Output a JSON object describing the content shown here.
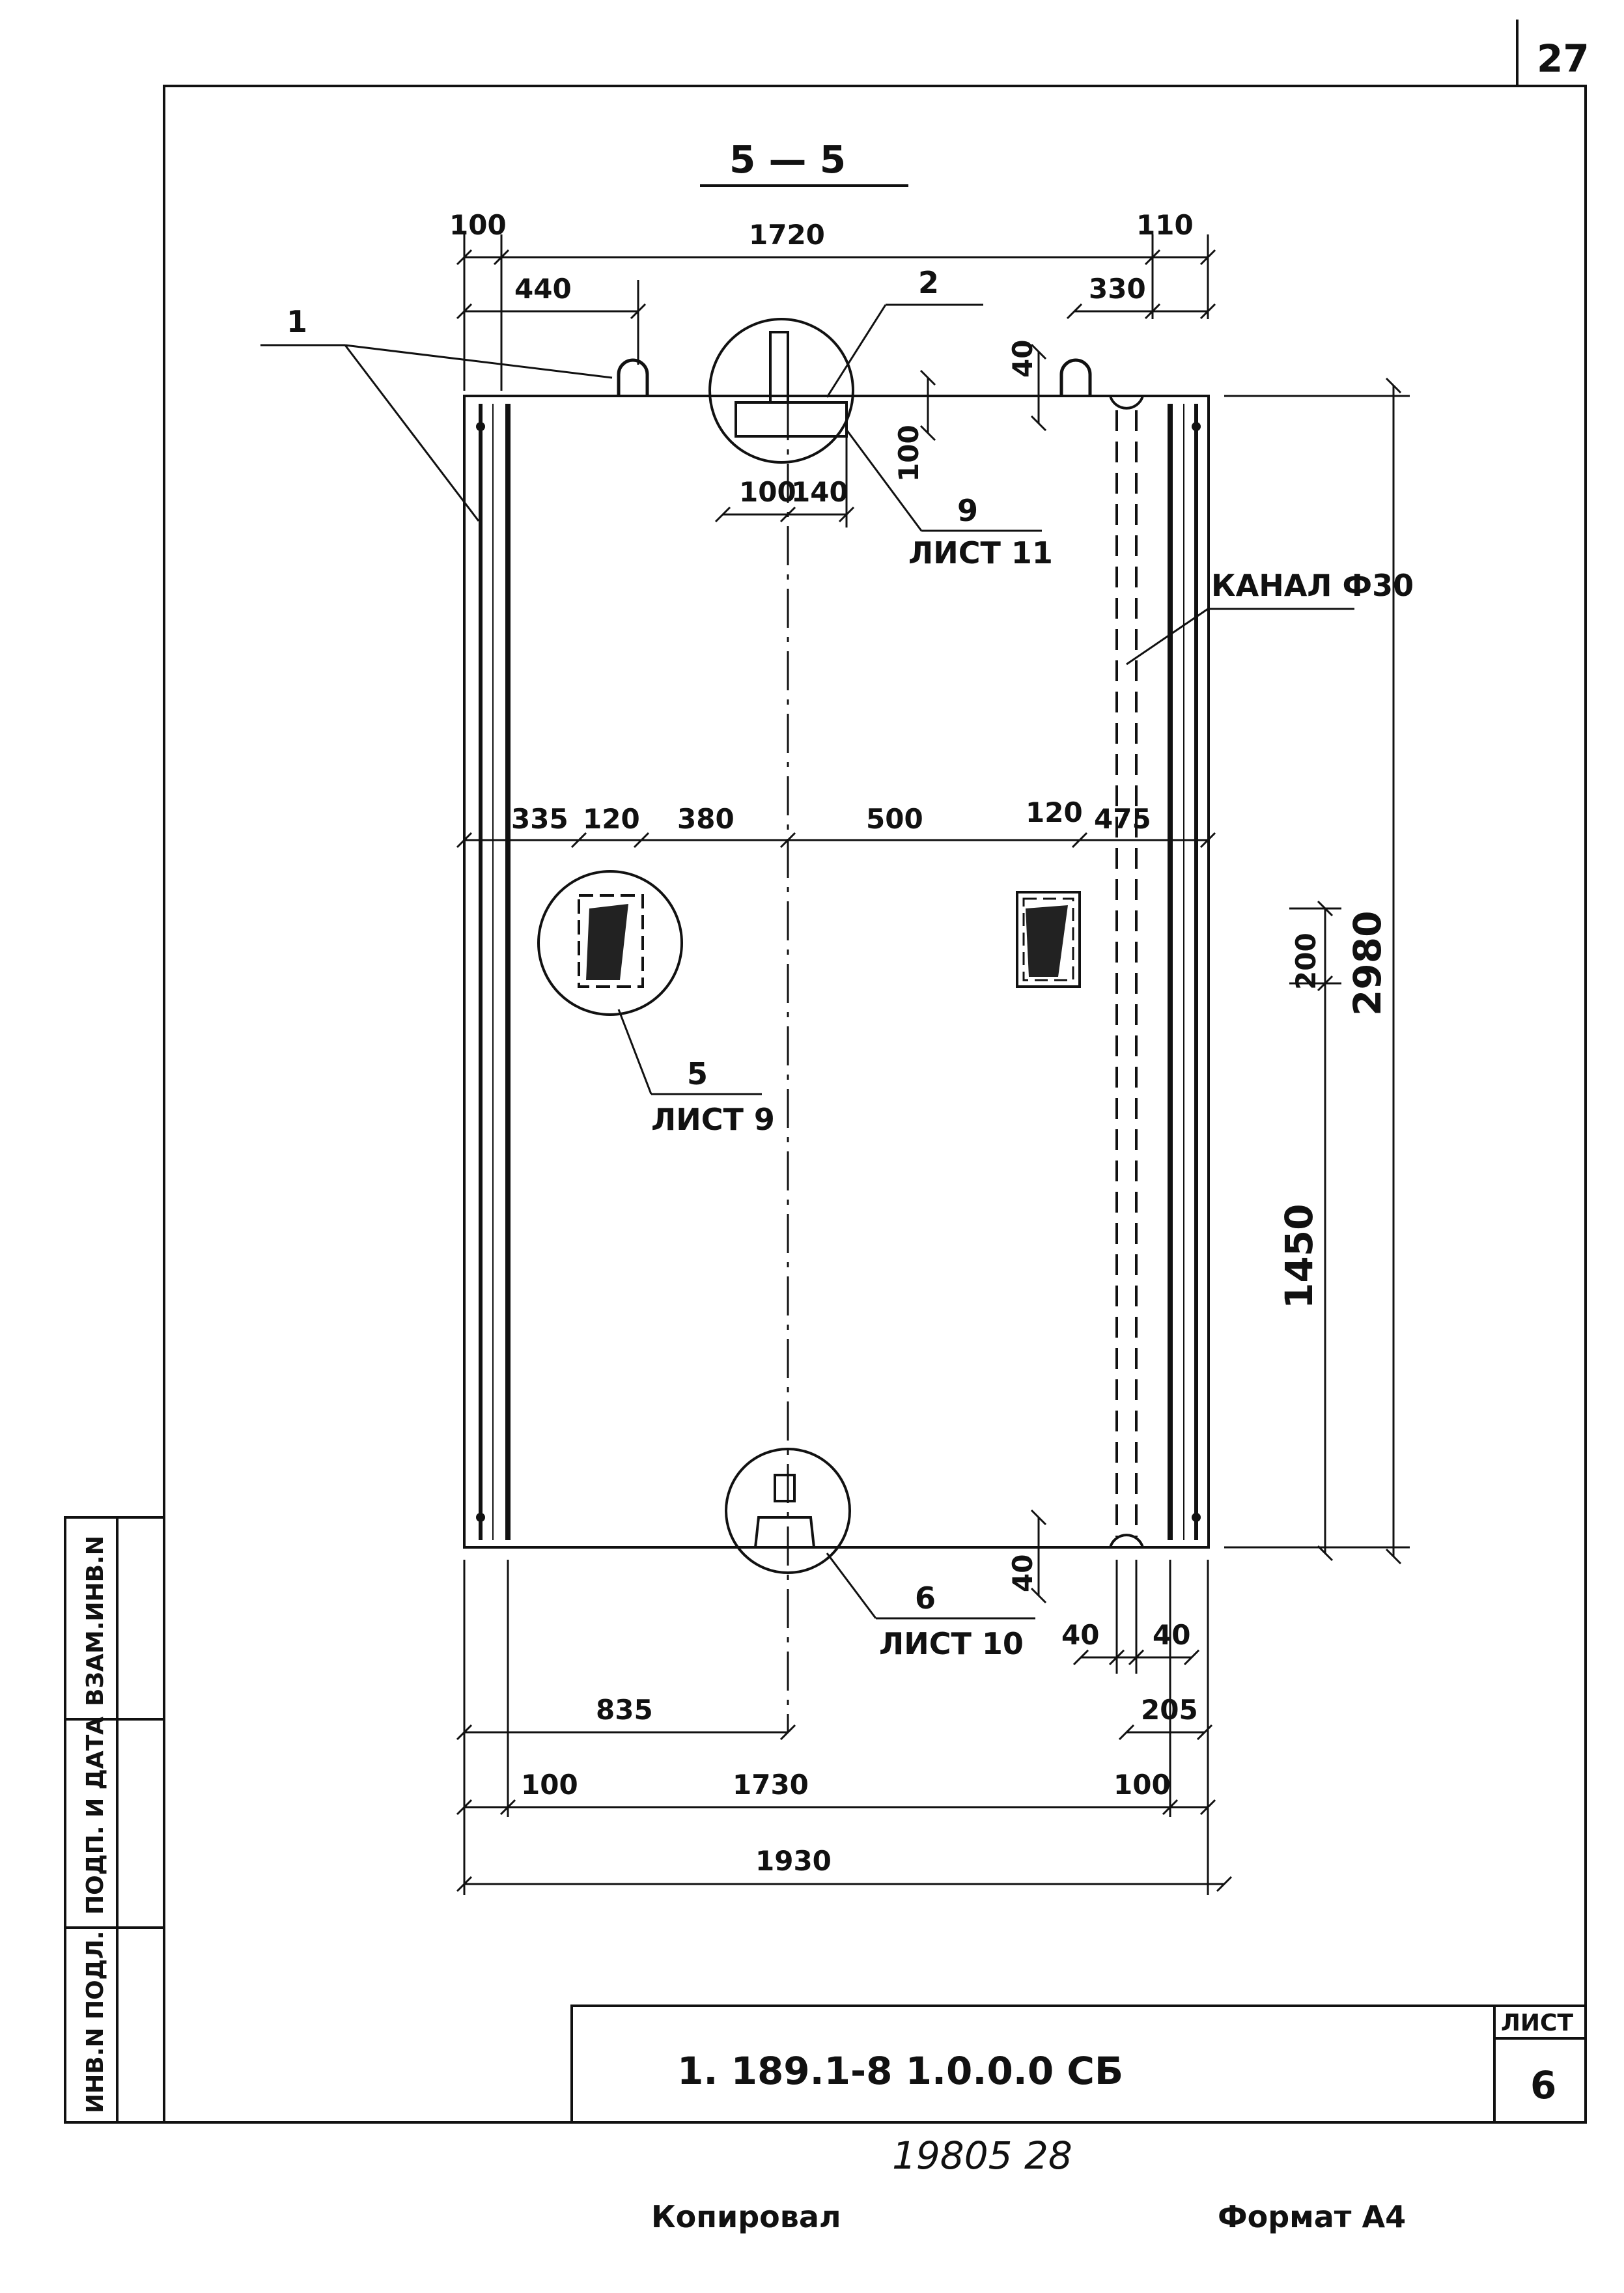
{
  "sheet_number": "27",
  "section_title": "5 — 5",
  "dimensions": {
    "top_100": "100",
    "top_1720": "1720",
    "top_110": "110",
    "top_440": "440",
    "top_330": "330",
    "top_40": "40",
    "small_100": "100",
    "small_100b": "100",
    "small_140": "140",
    "mid_335": "335",
    "mid_120a": "120",
    "mid_380": "380",
    "mid_500": "500",
    "mid_120b": "120",
    "mid_475": "475",
    "right_200": "200",
    "right_2980": "2980",
    "right_1450": "1450",
    "bot_40a": "40",
    "bot_40b": "40",
    "bot_40c": "40",
    "bot_835": "835",
    "bot_205": "205",
    "bot_100a": "100",
    "bot_1730": "1730",
    "bot_100b": "100",
    "bot_1930": "1930"
  },
  "callouts": {
    "item_1": "1",
    "item_2": "2",
    "detail_9_num": "9",
    "detail_9_sheet": "ЛИСТ 11",
    "channel": "КАНАЛ Ф30",
    "detail_5_num": "5",
    "detail_5_sheet": "ЛИСТ 9",
    "detail_6_num": "6",
    "detail_6_sheet": "ЛИСТ 10"
  },
  "side_stamp": {
    "cell_1": "ВЗАМ.ИНВ.N",
    "cell_2": "ПОДП. И ДАТА",
    "cell_3": "ИНВ.N ПОДЛ."
  },
  "title_block": {
    "designation": "1. 189.1-8  1.0.0.0 СБ",
    "sheet_label": "ЛИСТ",
    "sheet_value": "6"
  },
  "footer": {
    "handwritten_number": "19805  28",
    "copied": "Копировал",
    "format": "Формат А4"
  }
}
